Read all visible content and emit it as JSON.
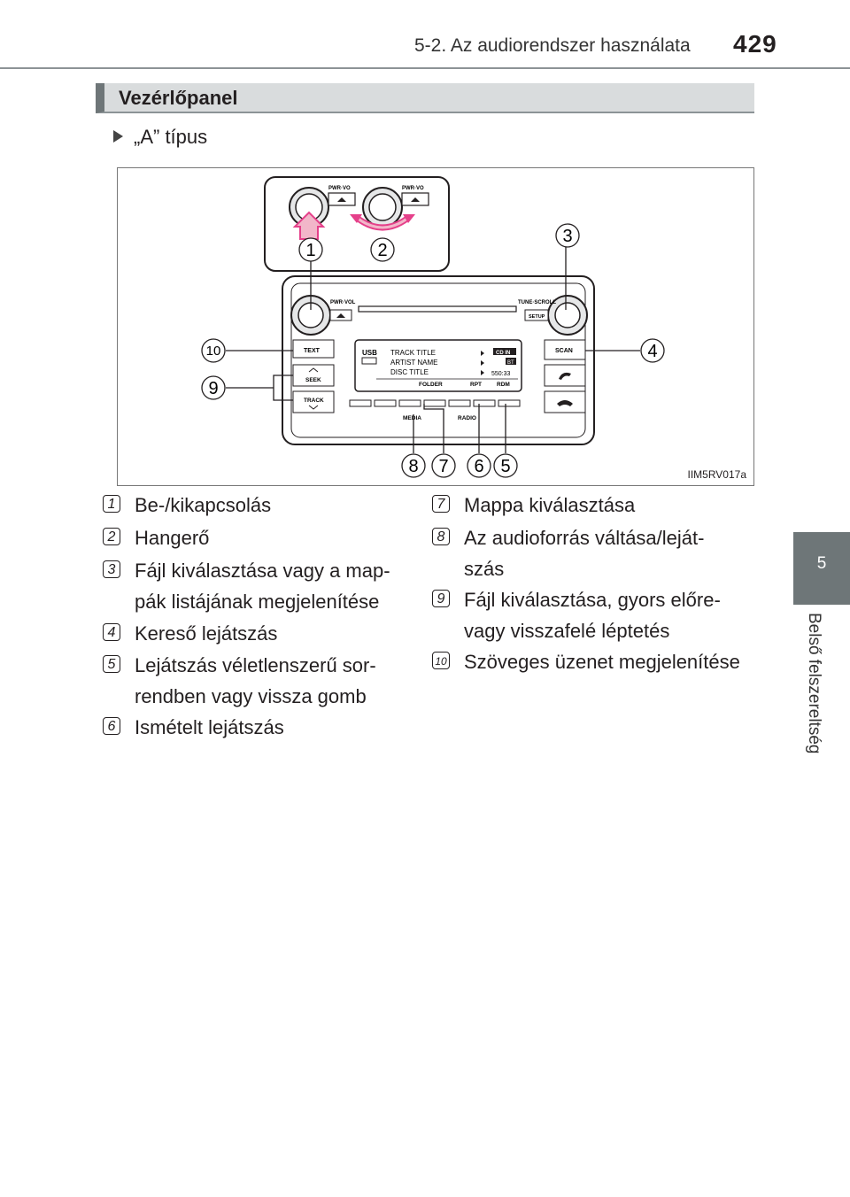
{
  "header": {
    "section": "5-2. Az audiorendszer használata",
    "page": "429"
  },
  "side_tab": {
    "number": "5",
    "label": "Belső felszereltség"
  },
  "section": {
    "title": "Vezérlőpanel"
  },
  "type_line": "„A” típus",
  "figure": {
    "id": "IIM5RV017a",
    "labels": {
      "pwr_vo_1": "PWR·VO",
      "pwr_vo_2": "PWR·VO",
      "pwr_vol": "PWR·VOL",
      "tune_scroll": "TUNE·SCROLL",
      "setup": "SETUP",
      "text": "TEXT",
      "seek": "SEEK",
      "track": "TRACK",
      "scan": "SCAN",
      "media": "MEDIA",
      "radio": "RADIO",
      "usb": "USB",
      "track_title": "TRACK TITLE",
      "artist_name": "ARTIST NAME",
      "disc_title": "DISC TITLE",
      "folder": "FOLDER",
      "rpt": "RPT",
      "rdm": "RDM",
      "cd_in": "CD IN",
      "bt": "BT",
      "time": "550:33"
    },
    "callouts": [
      "1",
      "2",
      "3",
      "4",
      "5",
      "6",
      "7",
      "8",
      "9",
      "10"
    ]
  },
  "items_left": [
    {
      "num": "1",
      "text": "Be-/kikapcsolás"
    },
    {
      "num": "2",
      "text": "Hangerő"
    },
    {
      "num": "3",
      "text": "Fájl kiválasztása vagy a map-\npák listájának megjelenítése"
    },
    {
      "num": "4",
      "text": "Kereső lejátszás"
    },
    {
      "num": "5",
      "text": "Lejátszás véletlenszerű sor-\nrendben vagy vissza gomb"
    },
    {
      "num": "6",
      "text": "Ismételt lejátszás"
    }
  ],
  "items_right": [
    {
      "num": "7",
      "text": "Mappa kiválasztása"
    },
    {
      "num": "8",
      "text": "Az audioforrás váltása/leját-\nszás"
    },
    {
      "num": "9",
      "text": "Fájl kiválasztása, gyors előre-\nvagy visszafelé léptetés"
    },
    {
      "num": "10",
      "text": "Szöveges üzenet megjelenítése"
    }
  ]
}
